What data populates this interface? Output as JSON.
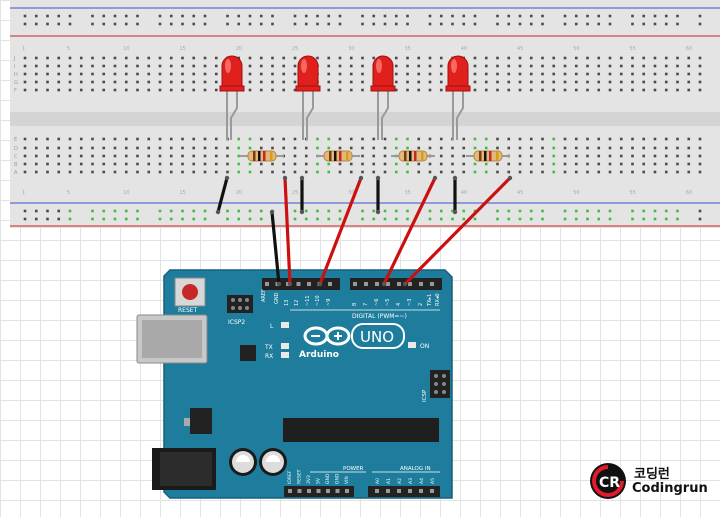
{
  "board": {
    "reset_label": "RESET",
    "icsp2_label": "ICSP2",
    "aref_label": "AREF",
    "gnd_label": "GND",
    "digital_pins": [
      "13",
      "12",
      "~11",
      "~10",
      "~9",
      "8",
      "7",
      "~6",
      "~5",
      "4",
      "~3",
      "2",
      "TX▸1",
      "RX◂0"
    ],
    "digital_label": "DIGITAL (PWM=~)",
    "l_label": "L",
    "tx_label": "TX",
    "rx_label": "RX",
    "on_label": "ON",
    "brand_label": "Arduino",
    "model_label": "UNO",
    "icsp_label": "ICSP",
    "power_label": "POWER",
    "power_pins": [
      "IOREF",
      "RESET",
      "3V3",
      "5V",
      "GND",
      "GND",
      "VIN"
    ],
    "analog_label": "ANALOG IN",
    "analog_pins": [
      "A0",
      "A1",
      "A2",
      "A3",
      "A4",
      "A5"
    ]
  },
  "breadboard": {
    "row_letters_top": [
      "J",
      "I",
      "H",
      "G",
      "F"
    ],
    "row_letters_bottom": [
      "E",
      "D",
      "C",
      "B",
      "A"
    ],
    "column_numbers": [
      "1",
      "5",
      "10",
      "15",
      "20",
      "25",
      "30",
      "35",
      "40",
      "45",
      "50",
      "55",
      "60"
    ]
  },
  "brand": {
    "logo_letters": "CR",
    "name_ko": "코딩런",
    "name_en": "Codingrun"
  },
  "colors": {
    "board": "#1e7d9c",
    "led": "#e0201c",
    "wire_red": "#cc1010",
    "wire_black": "#111111",
    "hole_active": "#3fbf3f"
  }
}
